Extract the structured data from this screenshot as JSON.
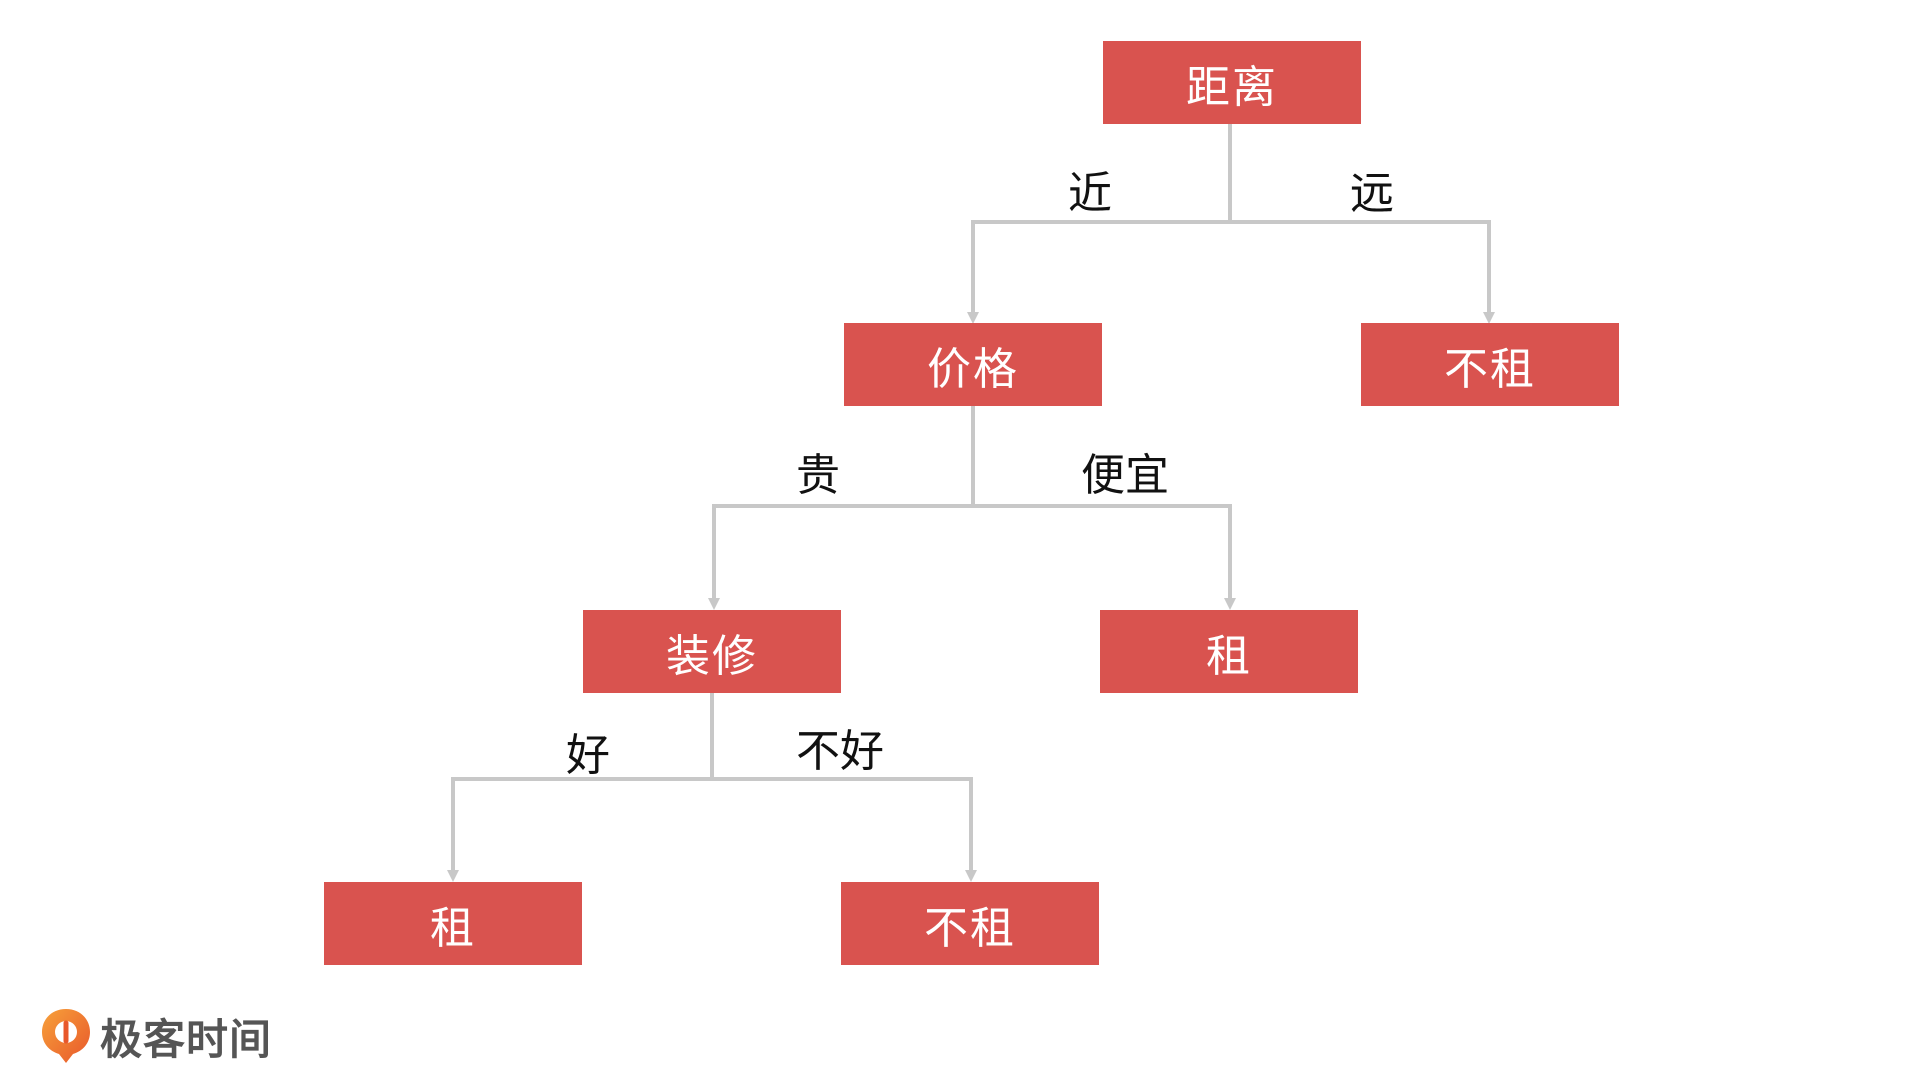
{
  "tree": {
    "nodes": {
      "root": "距离",
      "price": "价格",
      "far_result": "不租",
      "decor": "装修",
      "cheap_result": "租",
      "good_result": "租",
      "bad_result": "不租"
    },
    "edges": {
      "near": "近",
      "far": "远",
      "expensive": "贵",
      "cheap": "便宜",
      "good": "好",
      "not_good": "不好"
    }
  },
  "colors": {
    "node_fill": "#d9534f",
    "node_text": "#ffffff",
    "edge_line": "#c8c8c8",
    "label_text": "#111111"
  },
  "branding": {
    "logo_text": "极客时间",
    "logo_icon": "geektime-logo-icon"
  }
}
